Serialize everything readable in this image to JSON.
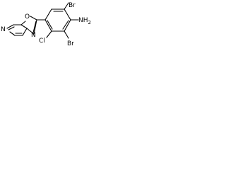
{
  "molecule": {
    "atoms": {
      "br_top": "Br",
      "nh2": "NH",
      "nh2_subscript": "2",
      "cl": "Cl",
      "br_bottom": "Br",
      "ring_n": "N",
      "oxazole_o": "O",
      "oxazole_n": "N"
    }
  }
}
